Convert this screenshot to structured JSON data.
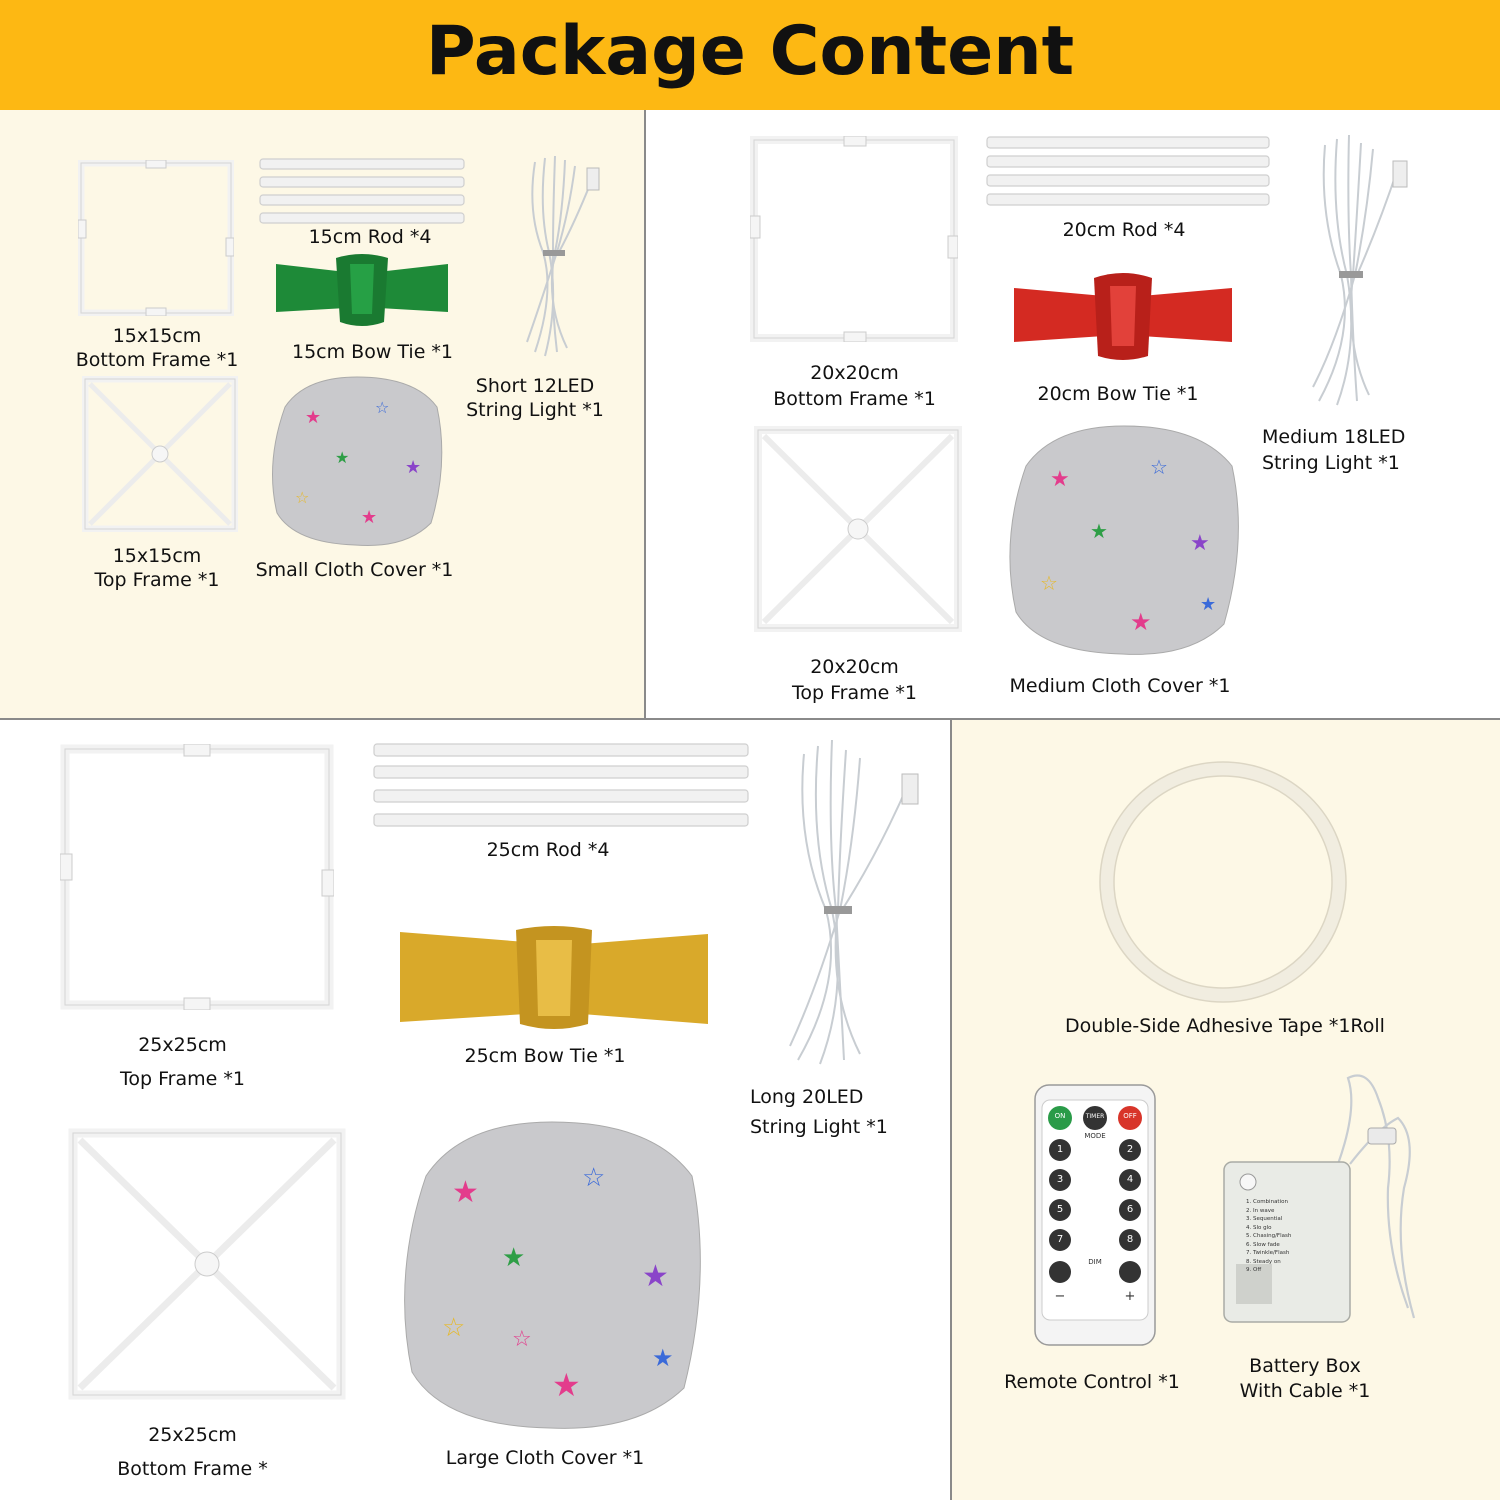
{
  "title": "Package Content",
  "colors": {
    "banner": "#fdb813",
    "cream": "#fdf8e6",
    "green_bow": "#1e8a38",
    "red_bow": "#d42a22",
    "gold_bow": "#d9a92a"
  },
  "small_set": {
    "bottom_frame": [
      "15x15cm",
      "Bottom Frame *1"
    ],
    "rod": "15cm Rod *4",
    "bow": "15cm Bow Tie *1",
    "string_light": [
      "Short 12LED",
      "String Light *1"
    ],
    "top_frame": [
      "15x15cm",
      "Top Frame *1"
    ],
    "cloth_cover": "Small Cloth Cover *1"
  },
  "medium_set": {
    "bottom_frame": [
      "20x20cm",
      "Bottom Frame *1"
    ],
    "rod": "20cm Rod *4",
    "bow": "20cm Bow Tie *1",
    "string_light": [
      "Medium 18LED",
      "String Light *1"
    ],
    "top_frame": [
      "20x20cm",
      "Top Frame *1"
    ],
    "cloth_cover": "Medium Cloth Cover *1"
  },
  "large_set": {
    "top_frame": [
      "25x25cm",
      "Top Frame *1"
    ],
    "rod": "25cm Rod *4",
    "bow": "25cm Bow Tie *1",
    "string_light": [
      "Long 20LED",
      "String Light *1"
    ],
    "bottom_frame": [
      "25x25cm",
      "Bottom Frame *"
    ],
    "cloth_cover": "Large Cloth Cover *1"
  },
  "accessories": {
    "tape": "Double-Side Adhesive Tape *1Roll",
    "remote": "Remote Control *1",
    "battery_box": [
      "Battery Box",
      "With Cable *1"
    ],
    "remote_buttons": {
      "on": "ON",
      "timer": "TIMER",
      "off": "OFF",
      "mode": "MODE",
      "dim": "DIM",
      "numbers": [
        "1",
        "2",
        "3",
        "4",
        "5",
        "6",
        "7",
        "8"
      ],
      "minus": "−",
      "plus": "+"
    },
    "battery_modes": [
      "1. Combination",
      "2. In wave",
      "3. Sequential",
      "4. Slo glo",
      "5. Chasing/Flash",
      "6. Slow fade",
      "7. Twinkle/Flash",
      "8. Steady on",
      "9. Off"
    ]
  }
}
